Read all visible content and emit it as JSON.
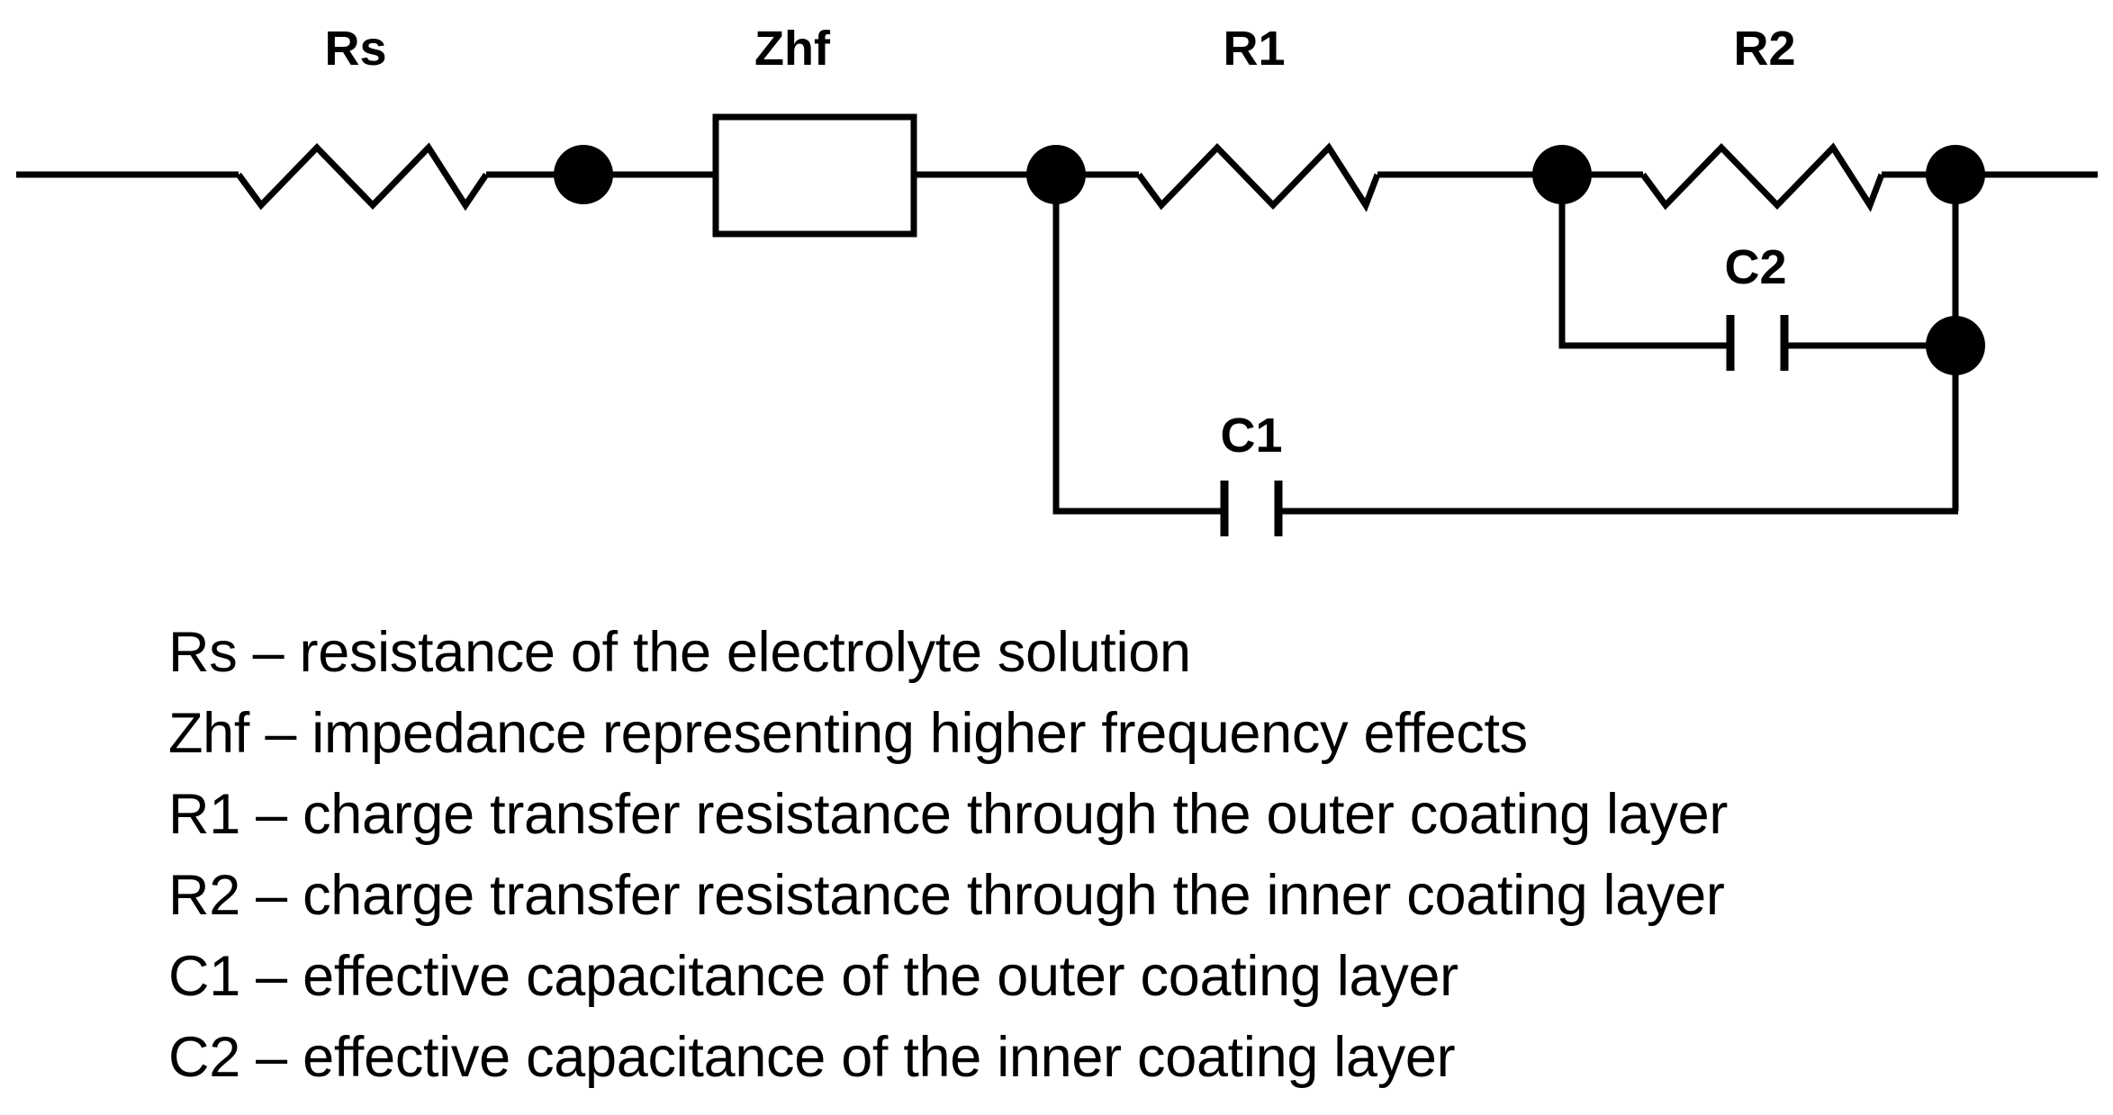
{
  "components": {
    "rs": "Rs",
    "zhf": "Zhf",
    "r1": "R1",
    "r2": "R2",
    "c1": "C1",
    "c2": "C2"
  },
  "legend": [
    "Rs – resistance of the electrolyte solution",
    "Zhf – impedance representing higher frequency effects",
    "R1 – charge transfer resistance through the outer coating layer",
    "R2 – charge transfer resistance through the inner coating layer",
    "C1 – effective capacitance of the outer coating layer",
    "C2 – effective capacitance of the inner coating layer"
  ]
}
